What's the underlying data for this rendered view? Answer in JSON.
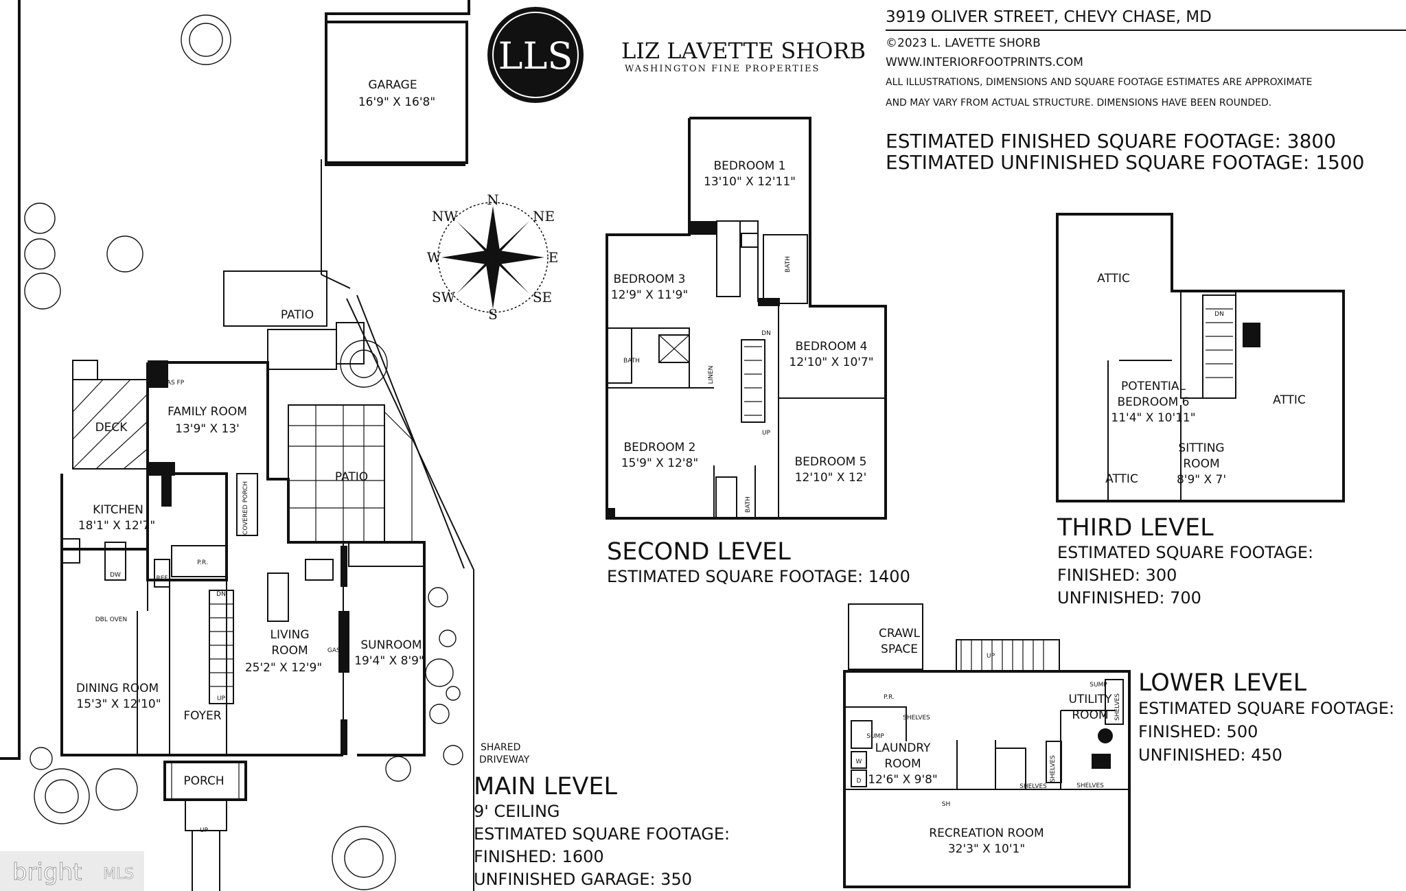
{
  "header": {
    "address": "3919 OLIVER STREET, CHEVY CHASE, MD",
    "copyright": "©2023 L. LAVETTE SHORB",
    "website": "WWW.INTERIORFOOTPRINTS.COM",
    "disclaimer_line1": "ALL ILLUSTRATIONS, DIMENSIONS AND SQUARE FOOTAGE ESTIMATES ARE APPROXIMATE",
    "disclaimer_line2": "AND MAY VARY FROM ACTUAL STRUCTURE. DIMENSIONS HAVE BEEN ROUNDED.",
    "finished_total": "ESTIMATED FINISHED SQUARE FOOTAGE: 3800",
    "unfinished_total": "ESTIMATED UNFINISHED SQUARE FOOTAGE: 1500"
  },
  "logo": {
    "monogram": "LLS",
    "name": "LIZ LAVETTE SHORB",
    "tagline": "WASHINGTON FINE PROPERTIES"
  },
  "compass": {
    "n": "N",
    "ne": "NE",
    "e": "E",
    "se": "SE",
    "s": "S",
    "sw": "SW",
    "w": "W",
    "nw": "NW"
  },
  "levels": {
    "main": {
      "title": "MAIN LEVEL",
      "ceiling": "9' CEILING",
      "est_label": "ESTIMATED SQUARE FOOTAGE:",
      "finished": "FINISHED: 1600",
      "unfinished": "UNFINISHED GARAGE: 350"
    },
    "second": {
      "title": "SECOND LEVEL",
      "est": "ESTIMATED SQUARE FOOTAGE: 1400"
    },
    "third": {
      "title": "THIRD LEVEL",
      "est_label": "ESTIMATED SQUARE FOOTAGE:",
      "finished": "FINISHED: 300",
      "unfinished": "UNFINISHED: 700"
    },
    "lower": {
      "title": "LOWER LEVEL",
      "est_label": "ESTIMATED SQUARE FOOTAGE:",
      "finished": "FINISHED: 500",
      "unfinished": "UNFINISHED: 450"
    }
  },
  "rooms": {
    "garage": {
      "name": "GARAGE",
      "dim": "16'9\" X 16'8\""
    },
    "patio_top": {
      "name": "PATIO"
    },
    "patio_mid": {
      "name": "PATIO"
    },
    "deck": {
      "name": "DECK"
    },
    "family_room": {
      "name": "FAMILY ROOM",
      "dim": "13'9\" X 13'"
    },
    "gas_fp": "GAS FP",
    "covered_porch": "COVERED PORCH",
    "kitchen": {
      "name": "KITCHEN",
      "dim": "18'1\" X 12'7\""
    },
    "pr": "P.R.",
    "ref": "REF",
    "dw": "DW",
    "dbl_oven": "DBL OVEN",
    "living_room": {
      "name1": "LIVING",
      "name2": "ROOM",
      "dim": "25'2\" X 12'9\""
    },
    "sunroom": {
      "name": "SUNROOM",
      "dim": "19'4\" X 8'9\""
    },
    "dining_room": {
      "name": "DINING ROOM",
      "dim": "15'3\" X 12'10\""
    },
    "foyer": "FOYER",
    "porch": "PORCH",
    "shared_driveway1": "SHARED",
    "shared_driveway2": "DRIVEWAY",
    "bedroom1": {
      "name": "BEDROOM 1",
      "dim": "13'10\" X 12'11\""
    },
    "bedroom2": {
      "name": "BEDROOM 2",
      "dim": "15'9\" X 12'8\""
    },
    "bedroom3": {
      "name": "BEDROOM 3",
      "dim": "12'9\" X 11'9\""
    },
    "bedroom4": {
      "name": "BEDROOM 4",
      "dim": "12'10\" X 10'7\""
    },
    "bedroom5": {
      "name": "BEDROOM 5",
      "dim": "12'10\" X 12'"
    },
    "bath": "BATH",
    "linen": "LINEN",
    "attic": "ATTIC",
    "potential_bedroom6": {
      "name1": "POTENTIAL",
      "name2": "BEDROOM 6",
      "dim": "11'4\" X 10'11\""
    },
    "sitting_room": {
      "name1": "SITTING",
      "name2": "ROOM",
      "dim": "8'9\" X 7'"
    },
    "crawl_space": {
      "name1": "CRAWL",
      "name2": "SPACE"
    },
    "laundry_room": {
      "name1": "LAUNDRY",
      "name2": "ROOM",
      "dim": "12'6\" X 9'8\""
    },
    "utility_room": {
      "name1": "UTILITY",
      "name2": "ROOM"
    },
    "recreation_room": {
      "name": "RECREATION ROOM",
      "dim": "32'3\" X 10'1\""
    },
    "shelves": "SHELVES",
    "sump": "SUMP",
    "sh": "SH",
    "w": "W",
    "d": "D",
    "up": "UP",
    "dn": "DN"
  },
  "watermark": {
    "brand": "bright",
    "suffix": "MLS"
  }
}
